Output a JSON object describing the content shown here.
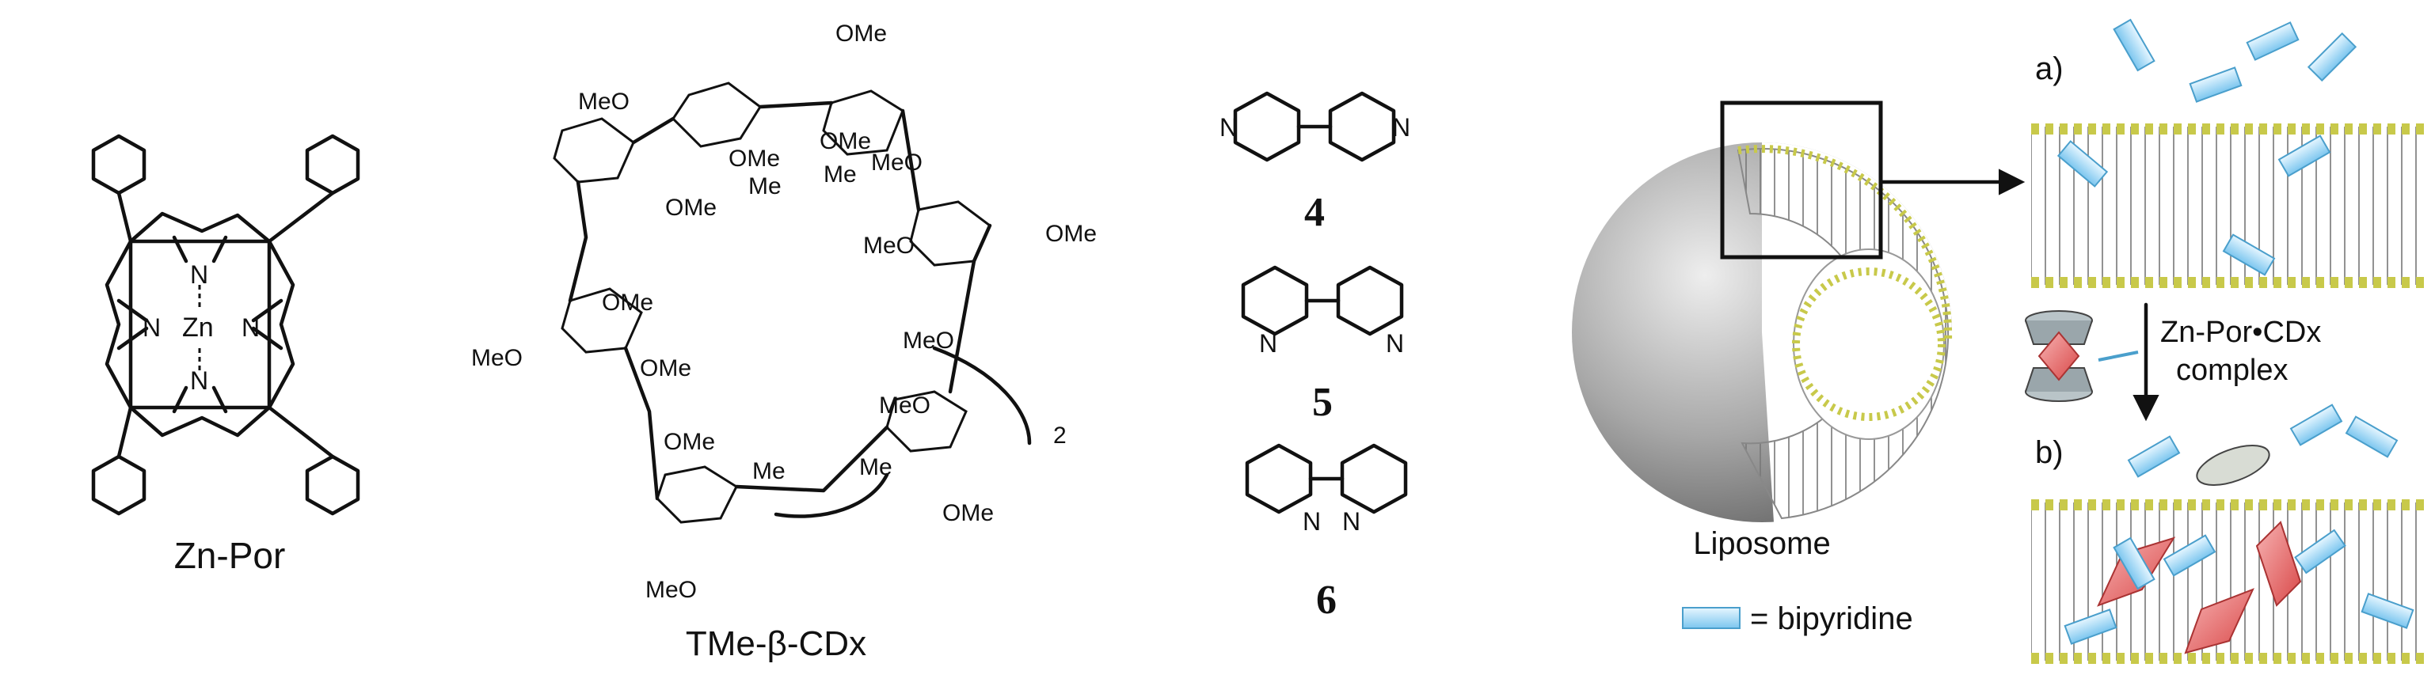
{
  "zn_por": {
    "name": "Zn-Por",
    "atom_n": "N",
    "atom_zn": "Zn"
  },
  "cdx": {
    "name": "TMe-β-CDx",
    "ome": "OMe",
    "meo": "MeO",
    "me": "Me",
    "repeat": "2"
  },
  "bipyridines": {
    "atom_n": "N",
    "labels": [
      "4",
      "5",
      "6"
    ]
  },
  "scheme": {
    "liposome": "Liposome",
    "panel_a": "a)",
    "panel_b": "b)",
    "complex_line1": "Zn-Por•CDx",
    "complex_line2": "complex",
    "legend": "= bipyridine"
  },
  "colors": {
    "lipid_head": "#c8c94a",
    "bipyridine": "#9fd3f0",
    "porphyrin": "#e05a5a",
    "sphere": "#9a9a9a"
  }
}
